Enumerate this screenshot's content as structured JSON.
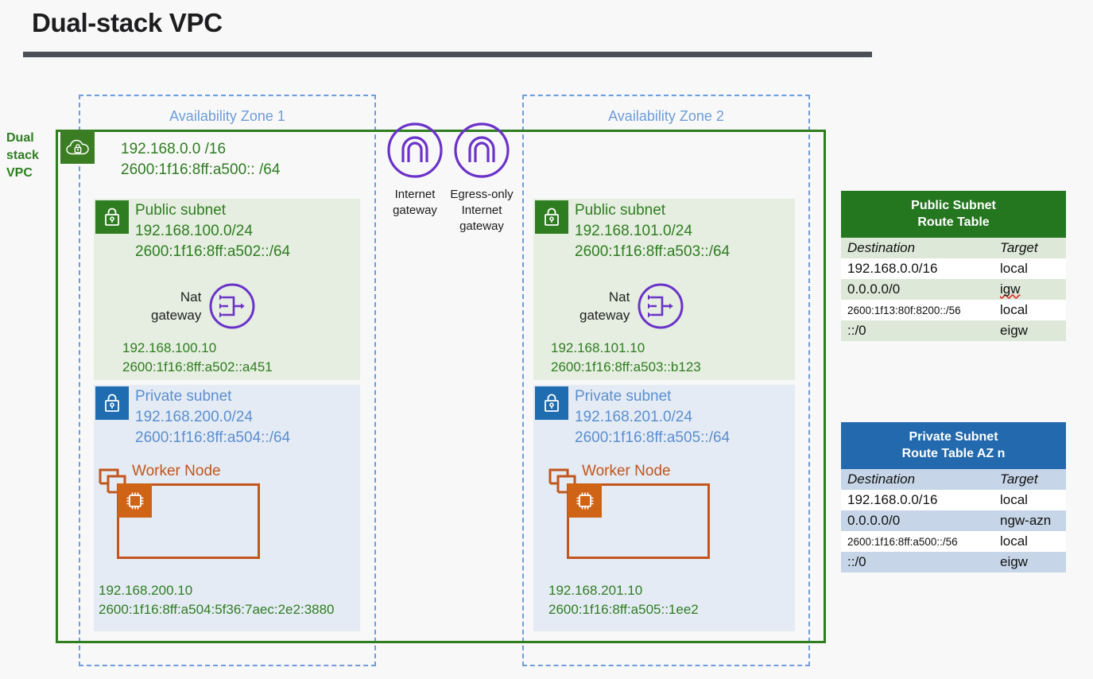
{
  "title": "Dual-stack VPC",
  "vpc": {
    "label": "Dual stack VPC",
    "icon": "vpc-cloud-lock-icon",
    "cidr_ipv4": "192.168.0.0 /16",
    "cidr_ipv6": "2600:1f16:8ff:a500:: /64"
  },
  "gateways": [
    {
      "name": "internet-gateway",
      "caption_line1": "Internet",
      "caption_line2": "gateway",
      "icon": "internet-gateway-icon"
    },
    {
      "name": "egress-only-internet-gateway",
      "caption_line1": "Egress-only",
      "caption_line2": "Internet",
      "caption_line3": "gateway",
      "icon": "egress-only-internet-gateway-icon"
    }
  ],
  "zones": [
    {
      "label": "Availability Zone 1",
      "public_subnet": {
        "title": "Public subnet",
        "cidr_ipv4": "192.168.100.0/24",
        "cidr_ipv6": "2600:1f16:8ff:a502::/64",
        "nat": {
          "label_line1": "Nat",
          "label_line2": "gateway",
          "ipv4": "192.168.100.10",
          "ipv6": "2600:1f16:8ff:a502::a451"
        }
      },
      "private_subnet": {
        "title": "Private subnet",
        "cidr_ipv4": "192.168.200.0/24",
        "cidr_ipv6": "2600:1f16:8ff:a504::/64",
        "node": {
          "title": "Worker Node",
          "ipv4": "192.168.200.10",
          "ipv6": "2600:1f16:8ff:a504:5f36:7aec:2e2:3880"
        }
      }
    },
    {
      "label": "Availability Zone 2",
      "public_subnet": {
        "title": "Public subnet",
        "cidr_ipv4": "192.168.101.0/24",
        "cidr_ipv6": "2600:1f16:8ff:a503::/64",
        "nat": {
          "label_line1": "Nat",
          "label_line2": "gateway",
          "ipv4": "192.168.101.10",
          "ipv6": "2600:1f16:8ff:a503::b123"
        }
      },
      "private_subnet": {
        "title": "Private subnet",
        "cidr_ipv4": "192.168.201.0/24",
        "cidr_ipv6": "2600:1f16:8ff:a505::/64",
        "node": {
          "title": "Worker Node",
          "ipv4": "192.168.201.10",
          "ipv6": "2600:1f16:8ff:a505::1ee2"
        }
      }
    }
  ],
  "route_tables": {
    "public": {
      "caption_line1": "Public Subnet",
      "caption_line2": "Route Table",
      "headers": {
        "destination": "Destination",
        "target": "Target"
      },
      "rows": [
        {
          "destination": "192.168.0.0/16",
          "target": "local",
          "small": false
        },
        {
          "destination": "0.0.0.0/0",
          "target": "igw",
          "small": false
        },
        {
          "destination": "2600:1f13:80f:8200::/56",
          "target": "local",
          "small": true
        },
        {
          "destination": "::/0",
          "target": "eigw",
          "small": false
        }
      ]
    },
    "private": {
      "caption_line1": "Private Subnet",
      "caption_line2": "Route Table AZ n",
      "headers": {
        "destination": "Destination",
        "target": "Target"
      },
      "rows": [
        {
          "destination": "192.168.0.0/16",
          "target": "local",
          "small": false
        },
        {
          "destination": "0.0.0.0/0",
          "target": "ngw-azn",
          "small": false
        },
        {
          "destination": "2600:1f16:8ff:a500::/56",
          "target": "local",
          "small": true
        },
        {
          "destination": "::/0",
          "target": "eigw",
          "small": false
        }
      ]
    }
  },
  "colors": {
    "vpc_green": "#2e7d1f",
    "az_blue": "#6d9ddb",
    "public_panel": "#e5eee0",
    "private_panel": "#e4ebf4",
    "purple": "#6b32c9",
    "orange": "#c2561c",
    "title_rule": "#4b4f58"
  }
}
